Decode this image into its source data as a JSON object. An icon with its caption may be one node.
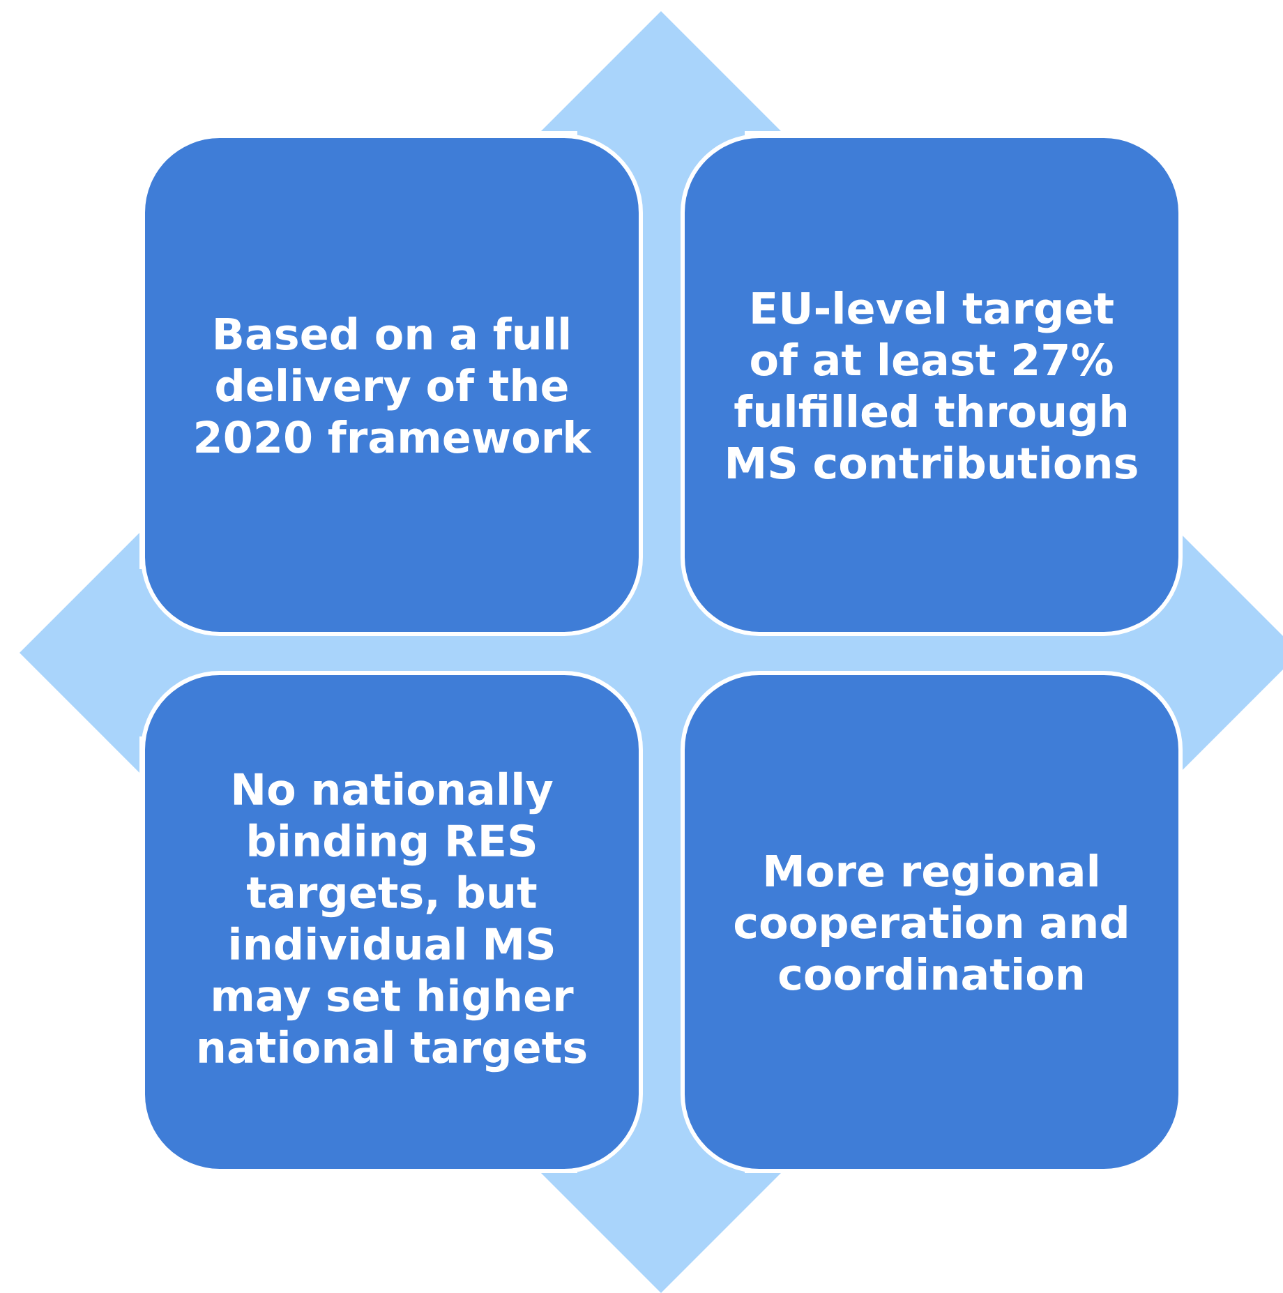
{
  "diagram": {
    "nodes": [
      {
        "text": [
          "Based on a full delivery of the 2020 framework"
        ]
      },
      {
        "text": [
          "EU-level target of at least 27% fulfilled through MS contributions"
        ]
      },
      {
        "text": [
          "No nationally binding RES targets, but individual MS may set higher national targets"
        ]
      },
      {
        "text": [
          "More regional cooperation and coordination"
        ]
      }
    ]
  }
}
